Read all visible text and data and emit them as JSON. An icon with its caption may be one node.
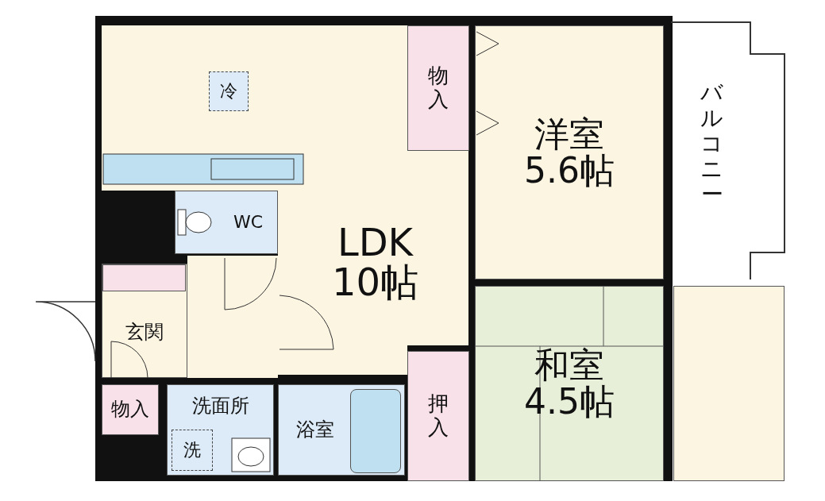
{
  "diagram": {
    "nodes": [
      {
        "text": [
          "LDK",
          "10帖"
        ]
      },
      {
        "text": [
          "冷"
        ],
        "in": 0
      },
      {
        "text": [
          "物入"
        ]
      },
      {
        "text": [
          "洋室",
          "5.6帖"
        ]
      },
      {
        "text": [
          "バルコニー"
        ]
      },
      {
        "text": [
          "WC"
        ]
      },
      {
        "text": [
          "玄関"
        ]
      },
      {
        "text": [
          "和室",
          "4.5帖"
        ]
      },
      {
        "text": [],
        "shape": "box"
      },
      {
        "text": [
          "物入"
        ]
      },
      {
        "text": [
          "洗面所"
        ]
      },
      {
        "text": [
          "洗"
        ],
        "in": 10
      },
      {
        "text": [
          "浴室"
        ]
      },
      {
        "text": [
          "押入"
        ]
      },
      {
        "text": [],
        "shape": "box",
        "in": 6
      },
      {
        "text": [],
        "shape": "box",
        "in": 12
      }
    ],
    "edges": []
  }
}
